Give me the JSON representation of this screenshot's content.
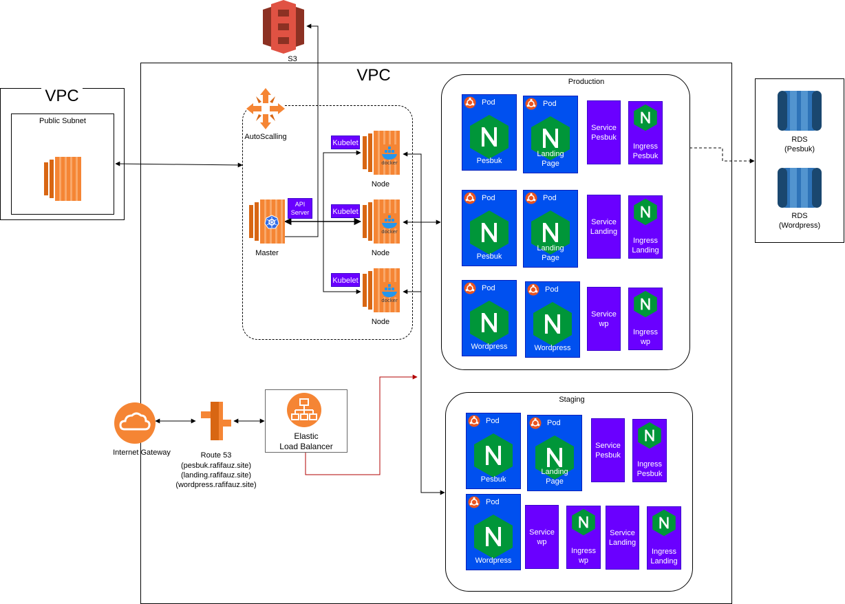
{
  "vpc_left": {
    "title": "VPC",
    "subnet": "Public Subnet"
  },
  "vpc_main": {
    "title": "VPC"
  },
  "s3": {
    "label": "S3"
  },
  "autoscaling": {
    "label": "AutoScalling"
  },
  "master": {
    "label": "Master",
    "api_server": "API Server"
  },
  "nodes": [
    {
      "label": "Node",
      "kubelet": "Kubelet"
    },
    {
      "label": "Node",
      "kubelet": "Kubelet"
    },
    {
      "label": "Node",
      "kubelet": "Kubelet"
    }
  ],
  "internet_gateway": {
    "label": "Internet Gateway"
  },
  "route53": {
    "label": "Route 53",
    "domains": [
      "(pesbuk.rafifauz.site)",
      "(landing.rafifauz.site)",
      "(wordpress.rafifauz.site)"
    ]
  },
  "elb": {
    "line1": "Elastic",
    "line2": "Load Balancer"
  },
  "rds": [
    {
      "line1": "RDS",
      "line2": "(Pesbuk)"
    },
    {
      "line1": "RDS",
      "line2": "(Wordpress)"
    }
  ],
  "production": {
    "title": "Production",
    "row1": {
      "pod1": "Pesbuk",
      "pod2a": "Landing",
      "pod2b": "Page",
      "svc_a": "Service",
      "svc_b": "Pesbuk",
      "ing_a": "Ingress",
      "ing_b": "Pesbuk"
    },
    "row2": {
      "pod1": "Pesbuk",
      "pod2a": "Landing",
      "pod2b": "Page",
      "svc_a": "Service",
      "svc_b": "Landing",
      "ing_a": "Ingress",
      "ing_b": "Landing"
    },
    "row3": {
      "pod1": "Wordpress",
      "pod2": "Wordpress",
      "svc_a": "Service",
      "svc_b": "wp",
      "ing_a": "Ingress",
      "ing_b": "wp"
    }
  },
  "staging": {
    "title": "Staging",
    "row1": {
      "pod1": "Pesbuk",
      "pod2a": "Landing",
      "pod2b": "Page",
      "svc_a": "Service",
      "svc_b": "Pesbuk",
      "ing_a": "Ingress",
      "ing_b": "Pesbuk"
    },
    "row2": {
      "pod1": "Wordpress",
      "svc1_a": "Service",
      "svc1_b": "wp",
      "ing1_a": "Ingress",
      "ing1_b": "wp",
      "svc2_a": "Service",
      "svc2_b": "Landing",
      "ing2_a": "Ingress",
      "ing2_b": "Landing"
    }
  },
  "pod_title": "Pod",
  "colors": {
    "pod": "#0050ef",
    "purple": "#6a00ff",
    "aws_orange": "#f58534",
    "s3_red": "#e05243",
    "rds_blue": "#2e73b8",
    "nginx_green": "#009639",
    "red_line": "#b20000"
  }
}
